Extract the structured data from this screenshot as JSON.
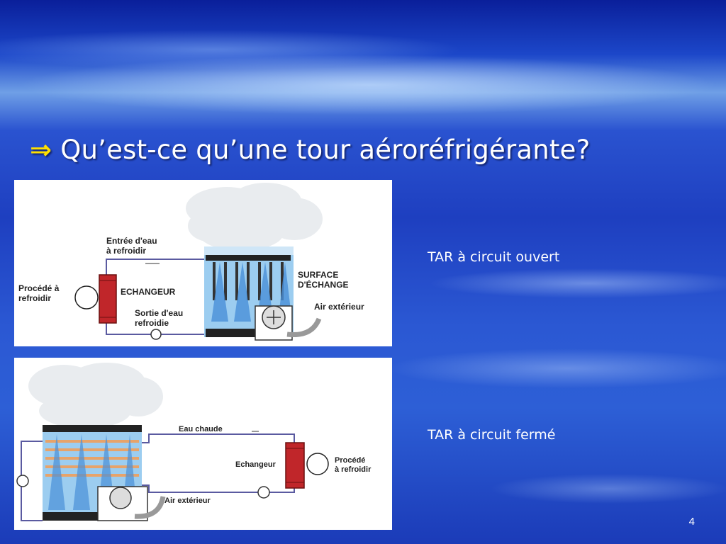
{
  "slide": {
    "title_arrow": "⇒",
    "title": "Qu’est-ce qu’une tour aéroréfrigérante?",
    "page_number": "4"
  },
  "diagram_open": {
    "caption": "TAR à circuit ouvert",
    "labels": {
      "inlet_line1": "Entrée d'eau",
      "inlet_line2": "à refroidir",
      "process_line1": "Procédé à",
      "process_line2": "refroidir",
      "exchanger": "ECHANGEUR",
      "outlet_line1": "Sortie d'eau",
      "outlet_line2": "refroidie",
      "surface_line1": "SURFACE",
      "surface_line2": "D'ÉCHANGE",
      "outside_air": "Air extérieur"
    }
  },
  "diagram_closed": {
    "caption": "TAR à circuit fermé",
    "labels": {
      "hot_water": "Eau chaude",
      "exchanger": "Echangeur",
      "process_line1": "Procédé",
      "process_line2": "à refroidir",
      "outside_air": "Air extérieur"
    }
  },
  "colors": {
    "background": "#1e3fc0",
    "title_arrow": "#ffe000",
    "exchanger_red": "#c0262a",
    "pipe": "#5a5aa0",
    "water_blue": "#6fb0e8"
  }
}
